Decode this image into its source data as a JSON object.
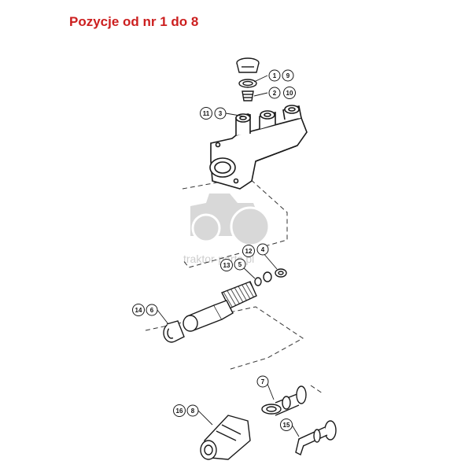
{
  "header": {
    "title": "Pozycje od nr 1 do 8"
  },
  "watermark": {
    "text": "traktor-parts.pl"
  },
  "callouts": [
    {
      "id": "c1",
      "label": "1"
    },
    {
      "id": "c9",
      "label": "9"
    },
    {
      "id": "c2",
      "label": "2"
    },
    {
      "id": "c10",
      "label": "10"
    },
    {
      "id": "c11",
      "label": "11"
    },
    {
      "id": "c3",
      "label": "3"
    },
    {
      "id": "c12",
      "label": "12"
    },
    {
      "id": "c4",
      "label": "4"
    },
    {
      "id": "c13",
      "label": "13"
    },
    {
      "id": "c5",
      "label": "5"
    },
    {
      "id": "c14",
      "label": "14"
    },
    {
      "id": "c6",
      "label": "6"
    },
    {
      "id": "c7",
      "label": "7"
    },
    {
      "id": "c16",
      "label": "16"
    },
    {
      "id": "c8",
      "label": "8"
    },
    {
      "id": "c15",
      "label": "15"
    }
  ],
  "colors": {
    "title": "#cc1f1f",
    "line": "#1a1a1a",
    "watermark": "#c8c8c8"
  }
}
